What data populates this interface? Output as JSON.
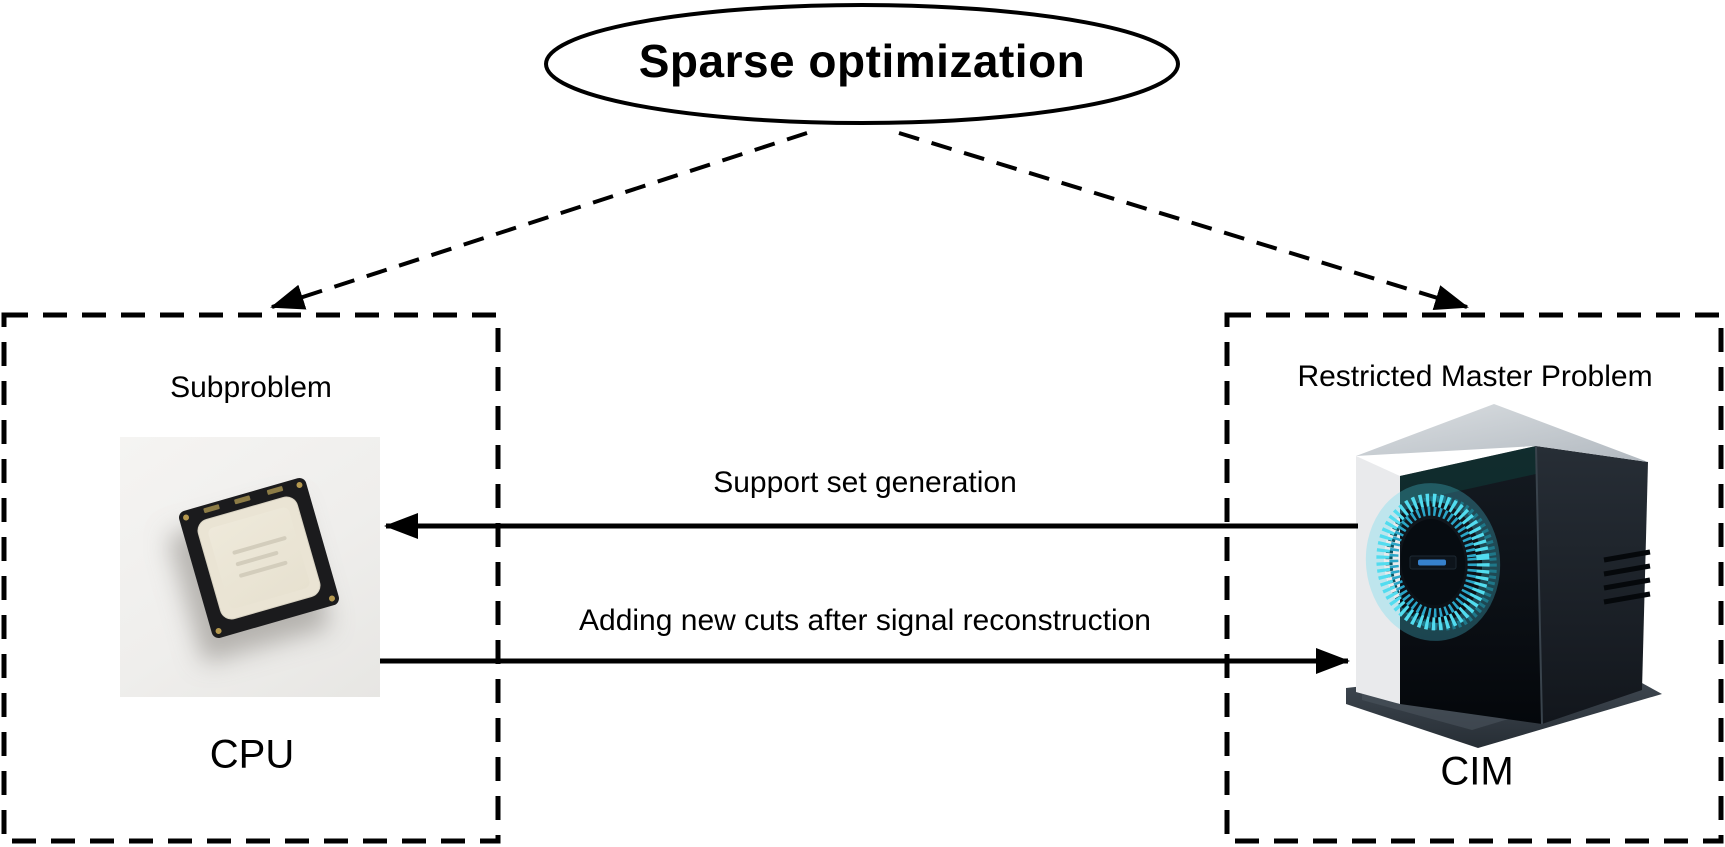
{
  "figure": {
    "title": "Sparse optimization",
    "left_box": {
      "title": "Subproblem",
      "caption": "CPU",
      "image": "intel-cpu-chip-photo"
    },
    "right_box": {
      "title": "Restricted Master Problem",
      "caption": "CIM",
      "image": "cim-machine-photo"
    },
    "arrows": {
      "support": {
        "label": "Support set generation",
        "direction": "right-to-left"
      },
      "cuts": {
        "label": "Adding new cuts after signal reconstruction",
        "direction": "left-to-right"
      }
    },
    "colors": {
      "line": "#000000",
      "background": "#ffffff",
      "cim_ring_glow": "#52dcef",
      "cim_body": "#161b21",
      "cpu_board": "#1b1b1d",
      "cpu_lid": "#eae4d4"
    }
  }
}
